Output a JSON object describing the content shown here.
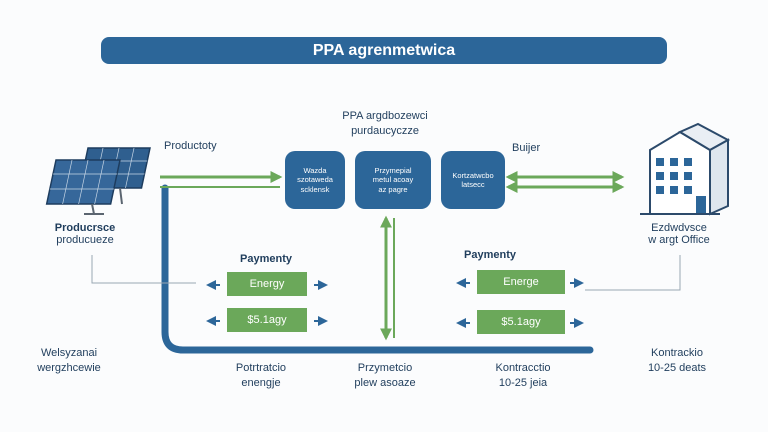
{
  "title": "PPA agrenmetwica",
  "center_heading": {
    "line1": "PPA argdbozewci",
    "line2": "purdaucyczze"
  },
  "producer": {
    "label": "Productoty",
    "name_line1": "Producrsce",
    "name_line2": "producueze"
  },
  "buyer": {
    "label": "Buijer",
    "name_line1": "Ezdwdvsce",
    "name_line2": "w argt Office"
  },
  "boxes": {
    "left": {
      "line1": "Wazda",
      "line2": "szotaweda",
      "line3": "scklensk"
    },
    "center": {
      "line1": "Przymepial",
      "line2": "metul acoay",
      "line3": "az pagre"
    },
    "right": {
      "line1": "Kortzatwcbo",
      "line2": "latsecc"
    }
  },
  "left_payments": {
    "label": "Paymenty",
    "energy": "Energy",
    "price": "$5.1agy"
  },
  "right_payments": {
    "label": "Paymenty",
    "energy": "Energe",
    "price": "$5.1agy"
  },
  "bottom_labels": {
    "far_left": {
      "line1": "Welsyzanai",
      "line2": "wergzhcewie"
    },
    "left": {
      "line1": "Potrtratcio",
      "line2": "enengje"
    },
    "center": {
      "line1": "Przymetcio",
      "line2": "plew asoaze"
    },
    "right": {
      "line1": "Kontracctio",
      "line2": "10-25 jeia"
    },
    "far_right": {
      "line1": "Kontrackio",
      "line2": "10-25 deats"
    }
  },
  "colors": {
    "primary": "#2c6699",
    "green": "#6ba85a",
    "text": "#1f3d5c"
  }
}
